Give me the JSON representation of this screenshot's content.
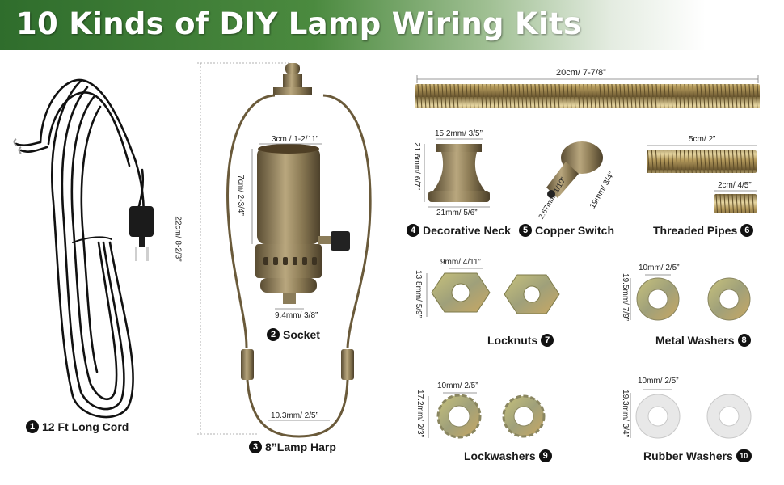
{
  "banner": {
    "title": "10 Kinds of DIY Lamp Wiring Kits"
  },
  "items": [
    {
      "num": "1",
      "label": "12 Ft Long Cord"
    },
    {
      "num": "2",
      "label": "Socket"
    },
    {
      "num": "3",
      "label": "8”Lamp Harp"
    },
    {
      "num": "4",
      "label": "Decorative Neck"
    },
    {
      "num": "5",
      "label": "Copper Switch"
    },
    {
      "num": "6",
      "label": "Threaded Pipes"
    },
    {
      "num": "7",
      "label": "Locknuts"
    },
    {
      "num": "8",
      "label": "Metal Washers"
    },
    {
      "num": "9",
      "label": "Lockwashers"
    },
    {
      "num": "10",
      "label": "Rubber Washers"
    }
  ],
  "dimensions": {
    "harp_height": "22cm/ 8-2/3”",
    "socket_width": "3cm / 1-2/11”",
    "socket_height": "7cm/ 2-3/4”",
    "socket_base": "9.4mm/ 3/8”",
    "harp_base": "10.3mm/ 2/5”",
    "long_pipe": "20cm/ 7-7/8”",
    "neck_top": "15.2mm/ 3/5”",
    "neck_height": "21.6mm/ 6/7”",
    "neck_bottom": "21mm/ 5/6”",
    "switch_thread": "2.67mm/ 1/10”",
    "switch_length": "19mm/ 3/4”",
    "pipe_medium": "5cm/ 2”",
    "pipe_short": "2cm/ 4/5”",
    "locknut_width": "9mm/ 4/11”",
    "locknut_height": "13.8mm/ 5/9”",
    "metal_washer_inner": "10mm/ 2/5”",
    "metal_washer_outer": "19.5mm/ 7/9”",
    "lockwasher_inner": "10mm/ 2/5”",
    "lockwasher_outer": "17.2mm/ 2/3”",
    "rubber_washer_inner": "10mm/ 2/5”",
    "rubber_washer_outer": "19.3mm/ 3/4”"
  },
  "colors": {
    "banner_green": "#2f6d2c",
    "brass": "#b49a5c",
    "antique_bronze": "#6f6248",
    "cord_black": "#111111"
  }
}
